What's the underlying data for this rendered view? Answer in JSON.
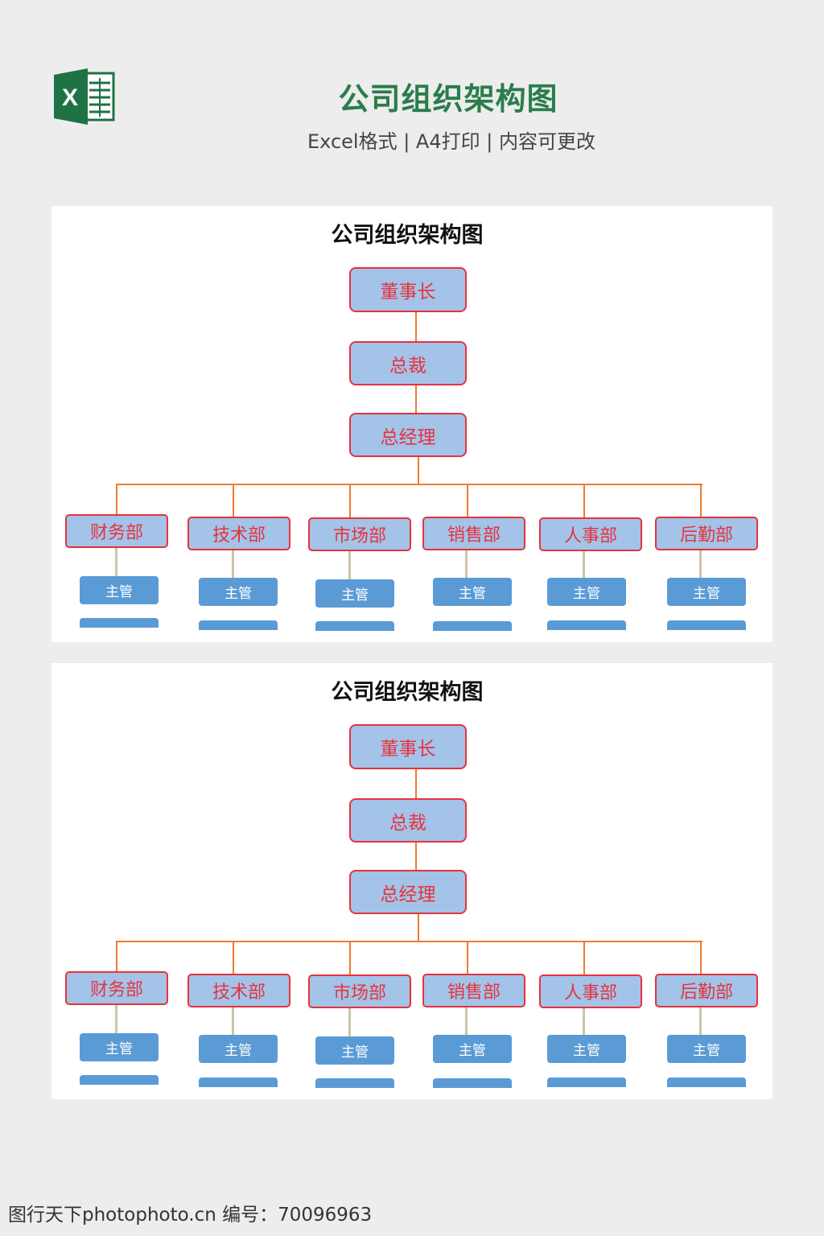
{
  "header": {
    "title": "公司组织架构图",
    "subtitle": "Excel格式 | A4打印 | 内容可更改",
    "logo_letter": "X"
  },
  "chart": {
    "title": "公司组织架构图",
    "executives": [
      "董事长",
      "总裁",
      "总经理"
    ],
    "departments": [
      "财务部",
      "技术部",
      "市场部",
      "销售部",
      "人事部",
      "后勤部"
    ],
    "supervisor_label": "主管"
  },
  "watermark": "图行天下photophoto.cn 编号：70096963",
  "colors": {
    "header_title": "#2a7d4c",
    "box_fill": "#a4c3e9",
    "box_border": "#e6333c",
    "supervisor_fill": "#5b9bd5",
    "connector": "#ee7c33"
  }
}
